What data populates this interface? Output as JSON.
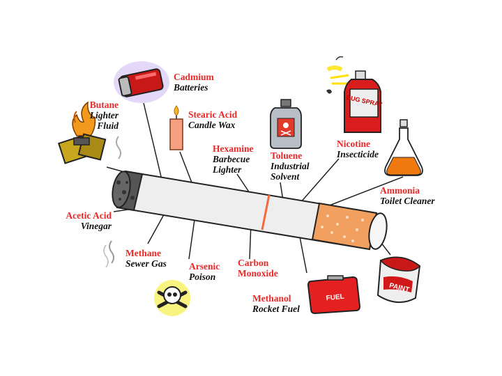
{
  "colors": {
    "chemical": "#e8292a",
    "use": "#111111",
    "filter": "#f2a060",
    "paper": "#eeeeee",
    "ash": "#555555"
  },
  "items": [
    {
      "key": "cadmium",
      "chemical": "Cadmium",
      "use": "Batteries",
      "icon": "battery-icon"
    },
    {
      "key": "butane",
      "chemical": "Butane",
      "use": "Lighter Fluid",
      "use_lines": [
        "Lighter",
        "Fluid"
      ],
      "icon": "lighter-icon"
    },
    {
      "key": "stearic",
      "chemical": "Stearic Acid",
      "use": "Candle Wax",
      "icon": "candle-icon"
    },
    {
      "key": "hexamine",
      "chemical": "Hexamine",
      "use": "Barbecue Lighter",
      "use_lines": [
        "Barbecue",
        "Lighter"
      ],
      "icon": ""
    },
    {
      "key": "toluene",
      "chemical": "Toluene",
      "use": "Industrial Solvent",
      "use_lines": [
        "Industrial",
        "Solvent"
      ],
      "icon": "poison-bottle-icon"
    },
    {
      "key": "nicotine",
      "chemical": "Nicotine",
      "use": "Insecticide",
      "icon": "bug-spray-icon",
      "icon_text": "BUG SPRAY"
    },
    {
      "key": "ammonia",
      "chemical": "Ammonia",
      "use": "Toilet Cleaner",
      "icon": "flask-icon"
    },
    {
      "key": "acetic",
      "chemical": "Acetic Acid",
      "use": "Vinegar",
      "icon": ""
    },
    {
      "key": "methane",
      "chemical": "Methane",
      "use": "Sewer Gas",
      "icon": "smoke-icon"
    },
    {
      "key": "arsenic",
      "chemical": "Arsenic",
      "use": "Poison",
      "icon": "skull-crossbones-icon"
    },
    {
      "key": "carbon",
      "chemical": "Carbon Monoxide",
      "chemical_lines": [
        "Carbon",
        "Monoxide"
      ],
      "use": "",
      "icon": ""
    },
    {
      "key": "methanol",
      "chemical": "Methanol",
      "use": "Rocket Fuel",
      "icon": "fuel-can-icon",
      "icon_text": "FUEL"
    },
    {
      "key": "paint",
      "chemical": "",
      "use": "",
      "icon": "paint-can-icon",
      "icon_text": "PAINT"
    }
  ]
}
